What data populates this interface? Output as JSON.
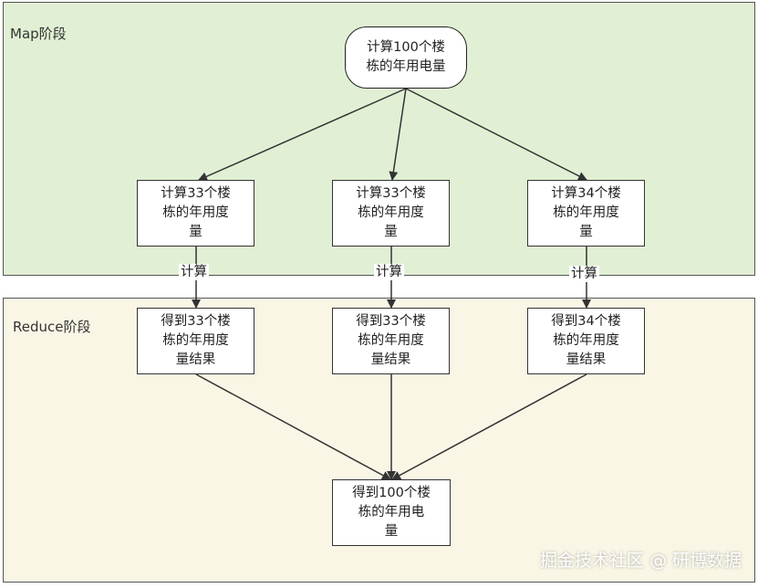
{
  "phases": {
    "map": {
      "label": "Map阶段"
    },
    "reduce": {
      "label": "Reduce阶段"
    }
  },
  "nodes": {
    "root": "计算100个楼\n栋的年用电量",
    "map1": "计算33个楼\n栋的年用度\n量",
    "map2": "计算33个楼\n栋的年用度\n量",
    "map3": "计算34个楼\n栋的年用度\n量",
    "reduce1": "得到33个楼\n栋的年用度\n量结果",
    "reduce2": "得到33个楼\n栋的年用度\n量结果",
    "reduce3": "得到34个楼\n栋的年用度\n量结果",
    "final": "得到100个楼\n栋的年用电\n量"
  },
  "edge_labels": {
    "compute1": "计算",
    "compute2": "计算",
    "compute3": "计算"
  },
  "watermark": "掘金技术社区 @ 研博数据"
}
